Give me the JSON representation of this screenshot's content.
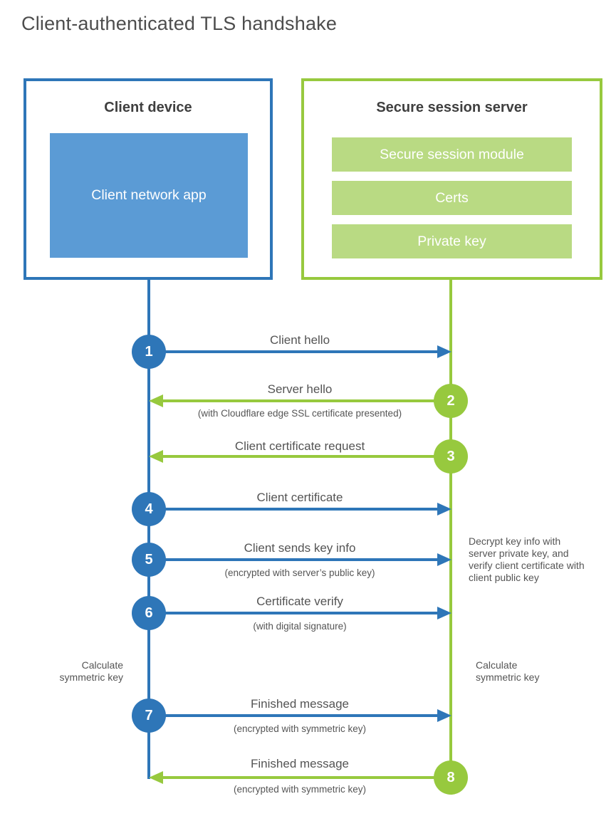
{
  "title": "Client-authenticated TLS handshake",
  "client": {
    "heading": "Client device",
    "app_label": "Client network app"
  },
  "server": {
    "heading": "Secure session server",
    "modules": [
      "Secure session module",
      "Certs",
      "Private key"
    ]
  },
  "steps": [
    {
      "number": "1",
      "label": "Client hello",
      "sublabel": "",
      "from": "client",
      "to": "server"
    },
    {
      "number": "2",
      "label": "Server hello",
      "sublabel": "(with Cloudflare edge SSL certificate presented)",
      "from": "server",
      "to": "client"
    },
    {
      "number": "3",
      "label": "Client certificate request",
      "sublabel": "",
      "from": "server",
      "to": "client"
    },
    {
      "number": "4",
      "label": "Client certificate",
      "sublabel": "",
      "from": "client",
      "to": "server"
    },
    {
      "number": "5",
      "label": "Client sends key info",
      "sublabel": "(encrypted with server’s public key)",
      "from": "client",
      "to": "server"
    },
    {
      "number": "6",
      "label": "Certificate verify",
      "sublabel": "(with digital signature)",
      "from": "client",
      "to": "server"
    },
    {
      "number": "7",
      "label": "Finished message",
      "sublabel": "(encrypted with symmetric key)",
      "from": "client",
      "to": "server"
    },
    {
      "number": "8",
      "label": "Finished message",
      "sublabel": "(encrypted with symmetric key)",
      "from": "server",
      "to": "client"
    }
  ],
  "annotations": {
    "decrypt_note": "Decrypt key info with server private key, and verify client certificate with client public key",
    "calc_left": "Calculate symmetric key",
    "calc_right": "Calculate symmetric key"
  },
  "colors": {
    "blue": "#2e76b8",
    "blue_fill": "#5b9bd5",
    "green": "#97c93e",
    "green_fill": "#b9da83"
  }
}
